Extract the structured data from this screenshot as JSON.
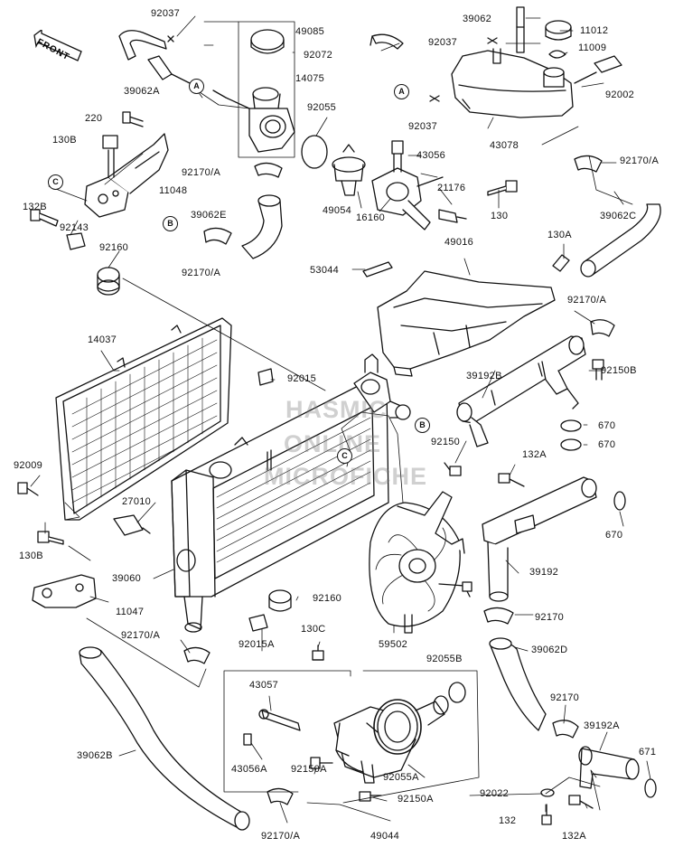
{
  "watermark": [
    "HASMIC",
    "ONLINE",
    "MICROFICHE"
  ],
  "front_label": "FRONT",
  "refs": {
    "a": "A",
    "b": "B",
    "c": "C"
  },
  "labels": {
    "p92037a": "92037",
    "p49085": "49085",
    "p39062": "39062",
    "p11012": "11012",
    "p92037b": "92037",
    "p11009": "11009",
    "p92072": "92072",
    "p14075": "14075",
    "p39062a": "39062A",
    "p92002": "92002",
    "p220": "220",
    "p92055": "92055",
    "p92037c": "92037",
    "p43078": "43078",
    "p130b_top": "130B",
    "p43056": "43056",
    "p92170a_1": "92170/A",
    "p92170a_2": "92170/A",
    "p11048": "11048",
    "p21176": "21176",
    "p132b": "132B",
    "p49054": "49054",
    "p130": "130",
    "p92143": "92143",
    "p39062e": "39062E",
    "p39062c": "39062C",
    "p92160a": "92160",
    "p92170a_3": "92170/A",
    "p16160": "16160",
    "p130a": "130A",
    "p49016": "49016",
    "p53044": "53044",
    "p14037": "14037",
    "p92170a_4": "92170/A",
    "p92015": "92015",
    "p39192b": "39192B",
    "p92150b": "92150B",
    "p670a": "670",
    "p670b": "670",
    "p92150": "92150",
    "p132a_mid": "132A",
    "p92009": "92009",
    "p27010": "27010",
    "p670c": "670",
    "p130b_mid": "130B",
    "p39192": "39192",
    "p39060": "39060",
    "p92160b": "92160",
    "p11047": "11047",
    "p92170": "92170",
    "p92015a": "92015A",
    "p59502": "59502",
    "p92170a_5": "92170/A",
    "p130c": "130C",
    "p92055b": "92055B",
    "p39062d": "39062D",
    "p43057": "43057",
    "p92170_b": "92170",
    "p39192a": "39192A",
    "p39062b": "39062B",
    "p671": "671",
    "p43056a": "43056A",
    "p92150a_1": "92150A",
    "p92055a": "92055A",
    "p92022": "92022",
    "p92150a_2": "92150A",
    "p132": "132",
    "p132a_bot": "132A",
    "p92170a_6": "92170/A",
    "p49044": "49044"
  }
}
